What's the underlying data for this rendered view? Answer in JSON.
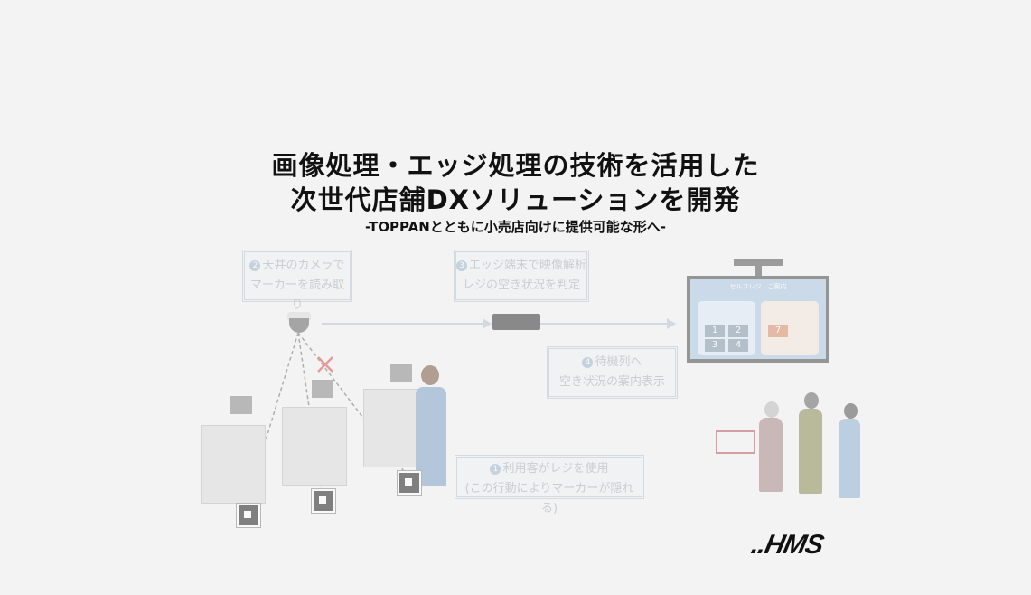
{
  "header": {
    "title_line1": "画像処理・エッジ処理の技術を活用した",
    "title_line2": "次世代店舗DXソリューションを開発",
    "subtitle": "-TOPPANとともに小売店向けに提供可能な形へ-"
  },
  "diagram": {
    "step2": {
      "num": "2",
      "line1": "天井のカメラで",
      "line2": "マーカーを読み取り"
    },
    "step3": {
      "num": "3",
      "line1": "エッジ端末で映像解析",
      "line2": "レジの空き状況を判定"
    },
    "step4": {
      "num": "4",
      "line1": "待機列へ",
      "line2": "空き状況の案内表示"
    },
    "step1": {
      "num": "1",
      "line1": "利用客がレジを使用",
      "line2": "(この行動によりマーカーが隠れる)"
    },
    "monitor": {
      "title": "セルフレジ　ご案内",
      "left_tiles": [
        "1",
        "2",
        "3",
        "4"
      ],
      "right_tiles": [
        "7"
      ]
    }
  },
  "logo": {
    "text": "..HMS"
  }
}
